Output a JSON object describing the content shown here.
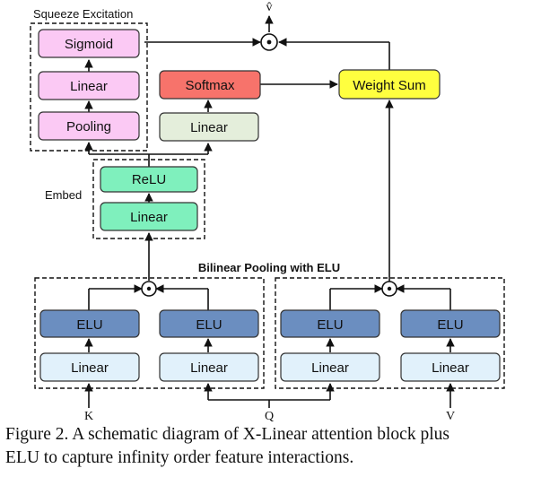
{
  "labels": {
    "squeeze_excitation": "Squeeze Excitation",
    "embed": "Embed",
    "bilinear_title": "Bilinear Pooling with ELU",
    "v_hat": "v̂",
    "k": "K",
    "q": "Q",
    "v": "V"
  },
  "boxes": {
    "sigmoid": "Sigmoid",
    "se_linear": "Linear",
    "pooling": "Pooling",
    "softmax": "Softmax",
    "attn_linear": "Linear",
    "weight_sum": "Weight Sum",
    "relu": "ReLU",
    "embed_linear": "Linear",
    "elu": [
      "ELU",
      "ELU",
      "ELU",
      "ELU"
    ],
    "bottom_linear": [
      "Linear",
      "Linear",
      "Linear",
      "Linear"
    ]
  },
  "operator_symbol": "⊙",
  "caption": {
    "line1": "Figure 2.   A schematic diagram of X-Linear attention block plus",
    "line2": "ELU to capture infinity order feature interactions."
  },
  "colors": {
    "sigmoid_fill": "#fbc9f4",
    "softmax_fill": "#f7736b",
    "linear_green_fill": "#e4eedb",
    "embed_fill": "#7ff0bd",
    "weight_sum_fill": "#ffff3f",
    "elu_fill": "#6b8ec0",
    "bottom_linear_fill": "#e1f1fb"
  }
}
